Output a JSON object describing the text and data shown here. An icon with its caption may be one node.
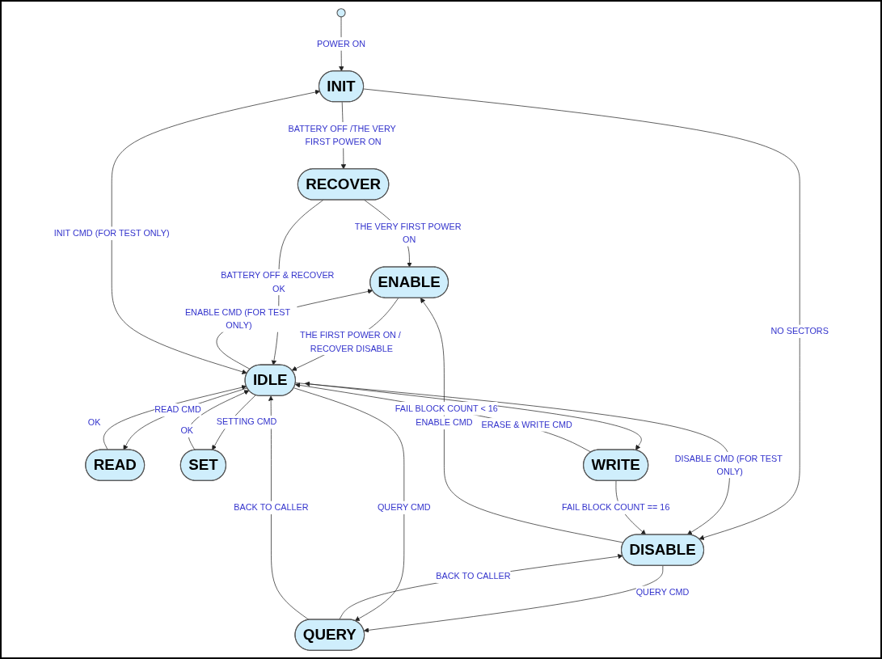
{
  "diagram": {
    "nodes": [
      {
        "text": [],
        "shape": "circle"
      },
      {
        "text": [
          "INIT"
        ]
      },
      {
        "text": [
          "ENABLE"
        ]
      },
      {
        "text": [
          "RECOVER"
        ]
      },
      {
        "text": [
          "READ"
        ]
      },
      {
        "text": [
          "DISABLE"
        ]
      },
      {
        "text": [
          "IDLE"
        ]
      },
      {
        "text": [
          "SET"
        ]
      },
      {
        "text": [
          "QUERY"
        ]
      },
      {
        "text": [
          "WRITE"
        ]
      }
    ],
    "edges": [
      {
        "from": 0,
        "to": 1,
        "arrow": "to",
        "label": "POWER ON"
      },
      {
        "from": 1,
        "to": 3,
        "arrow": "to",
        "label": "BATTERY OFF /THE VERY FIRST POWER ON"
      },
      {
        "from": 3,
        "to": 2,
        "arrow": "to",
        "label": "THE VERY FIRST POWER ON"
      },
      {
        "from": 1,
        "to": 5,
        "arrow": "to",
        "label": "NO SECTORS"
      },
      {
        "from": 5,
        "to": 2,
        "arrow": "to",
        "label": "ENABLE CMD"
      },
      {
        "from": 6,
        "to": 2,
        "arrow": "to",
        "label": "ENABLE CMD (FOR TEST ONLY)"
      },
      {
        "from": 6,
        "to": 1,
        "arrow": "both",
        "label": "INIT CMD (FOR TEST ONLY)"
      },
      {
        "from": 2,
        "to": 6,
        "arrow": "to",
        "label": "THE FIRST POWER ON / RECOVER DISABLE"
      },
      {
        "from": 3,
        "to": 6,
        "arrow": "to",
        "label": "BATTERY OFF & RECOVER OK"
      },
      {
        "from": 6,
        "to": 5,
        "arrow": "to",
        "label": "DISABLE CMD (FOR TEST ONLY)"
      },
      {
        "from": 6,
        "to": 4,
        "arrow": "to",
        "label": "READ CMD"
      },
      {
        "from": 4,
        "to": 6,
        "arrow": "to",
        "label": "OK"
      },
      {
        "from": 8,
        "to": 5,
        "arrow": "to",
        "label": "BACK TO CALLER"
      },
      {
        "from": 5,
        "to": 8,
        "arrow": "to",
        "label": "QUERY CMD"
      },
      {
        "from": 8,
        "to": 6,
        "arrow": "to",
        "label": "BACK TO CALLER"
      },
      {
        "from": 6,
        "to": 8,
        "arrow": "to",
        "label": "QUERY CMD"
      },
      {
        "from": 6,
        "to": 7,
        "arrow": "to",
        "label": "SETTING CMD"
      },
      {
        "from": 7,
        "to": 6,
        "arrow": "to",
        "label": "OK"
      },
      {
        "from": 9,
        "to": 6,
        "arrow": "to",
        "label": "FAIL BLOCK COUNT < 16"
      },
      {
        "from": 6,
        "to": 9,
        "arrow": "both",
        "label": "ERASE & WRITE CMD"
      },
      {
        "from": 9,
        "to": 5,
        "arrow": "to",
        "label": "FAIL BLOCK COUNT == 16"
      }
    ]
  }
}
